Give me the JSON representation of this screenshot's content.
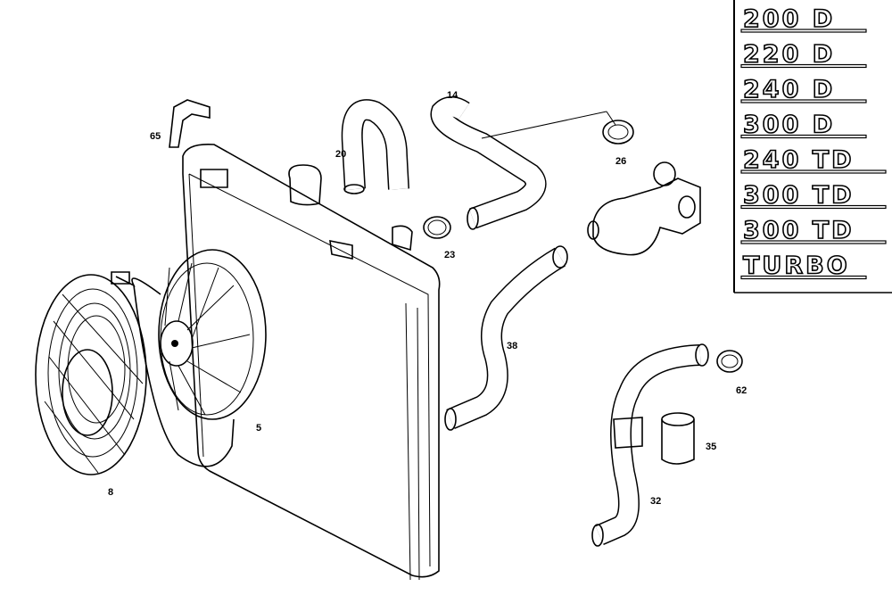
{
  "diagram": {
    "callouts": [
      {
        "id": "65",
        "label": "65"
      },
      {
        "id": "20",
        "label": "20"
      },
      {
        "id": "14",
        "label": "14"
      },
      {
        "id": "26",
        "label": "26"
      },
      {
        "id": "23",
        "label": "23"
      },
      {
        "id": "38",
        "label": "38"
      },
      {
        "id": "5",
        "label": "5"
      },
      {
        "id": "8",
        "label": "8"
      },
      {
        "id": "62",
        "label": "62"
      },
      {
        "id": "35",
        "label": "35"
      },
      {
        "id": "32",
        "label": "32"
      }
    ],
    "badges": [
      "200 D",
      "220 D",
      "240 D",
      "300 D",
      "240 TD",
      "300 TD",
      "300 TD",
      "TURBO"
    ]
  }
}
